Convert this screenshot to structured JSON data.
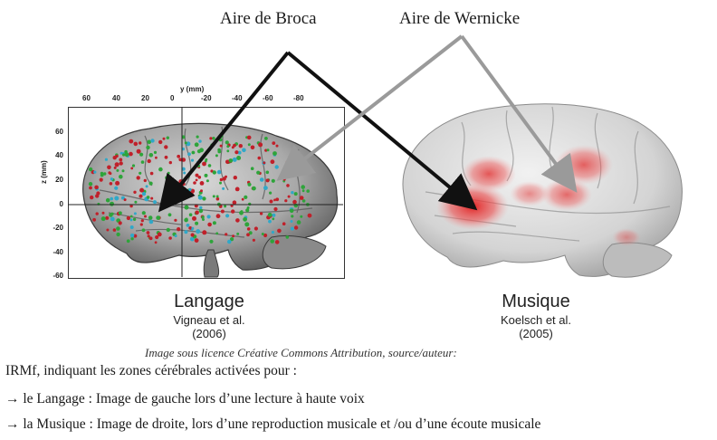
{
  "labels": {
    "broca": "Aire de Broca",
    "wernicke": "Aire de Wernicke"
  },
  "left_panel": {
    "y_axis_title": "y (mm)",
    "z_axis_title": "z (mm)",
    "y_ticks": [
      "60",
      "40",
      "20",
      "0",
      "-20",
      "-40",
      "-60",
      "-80"
    ],
    "z_ticks": [
      "60",
      "40",
      "20",
      "0",
      "-20",
      "-40",
      "-60"
    ],
    "title": "Langage",
    "author": "Vigneau et al.",
    "year": "(2006)",
    "dot_colors": {
      "red": "#c0202a",
      "green": "#2ea43a",
      "cyan": "#30a8c8"
    }
  },
  "right_panel": {
    "title": "Musique",
    "author": "Koelsch et al.",
    "year": "(2005)",
    "activation_color": "#e83a3a"
  },
  "credit": "Image sous licence Créative Commons Attribution, source/auteur:",
  "text": {
    "intro": "IRMf, indiquant les zones cérébrales activées pour :",
    "bullet_1": "→ le Langage : Image de gauche lors d’une lecture à haute voix",
    "bullet_2": "→ la Musique : Image de droite, lors d’une reproduction musicale et /ou d’une écoute musicale"
  },
  "colors": {
    "broca_arrow": "#111111",
    "wernicke_arrow": "#9a9a9a"
  }
}
